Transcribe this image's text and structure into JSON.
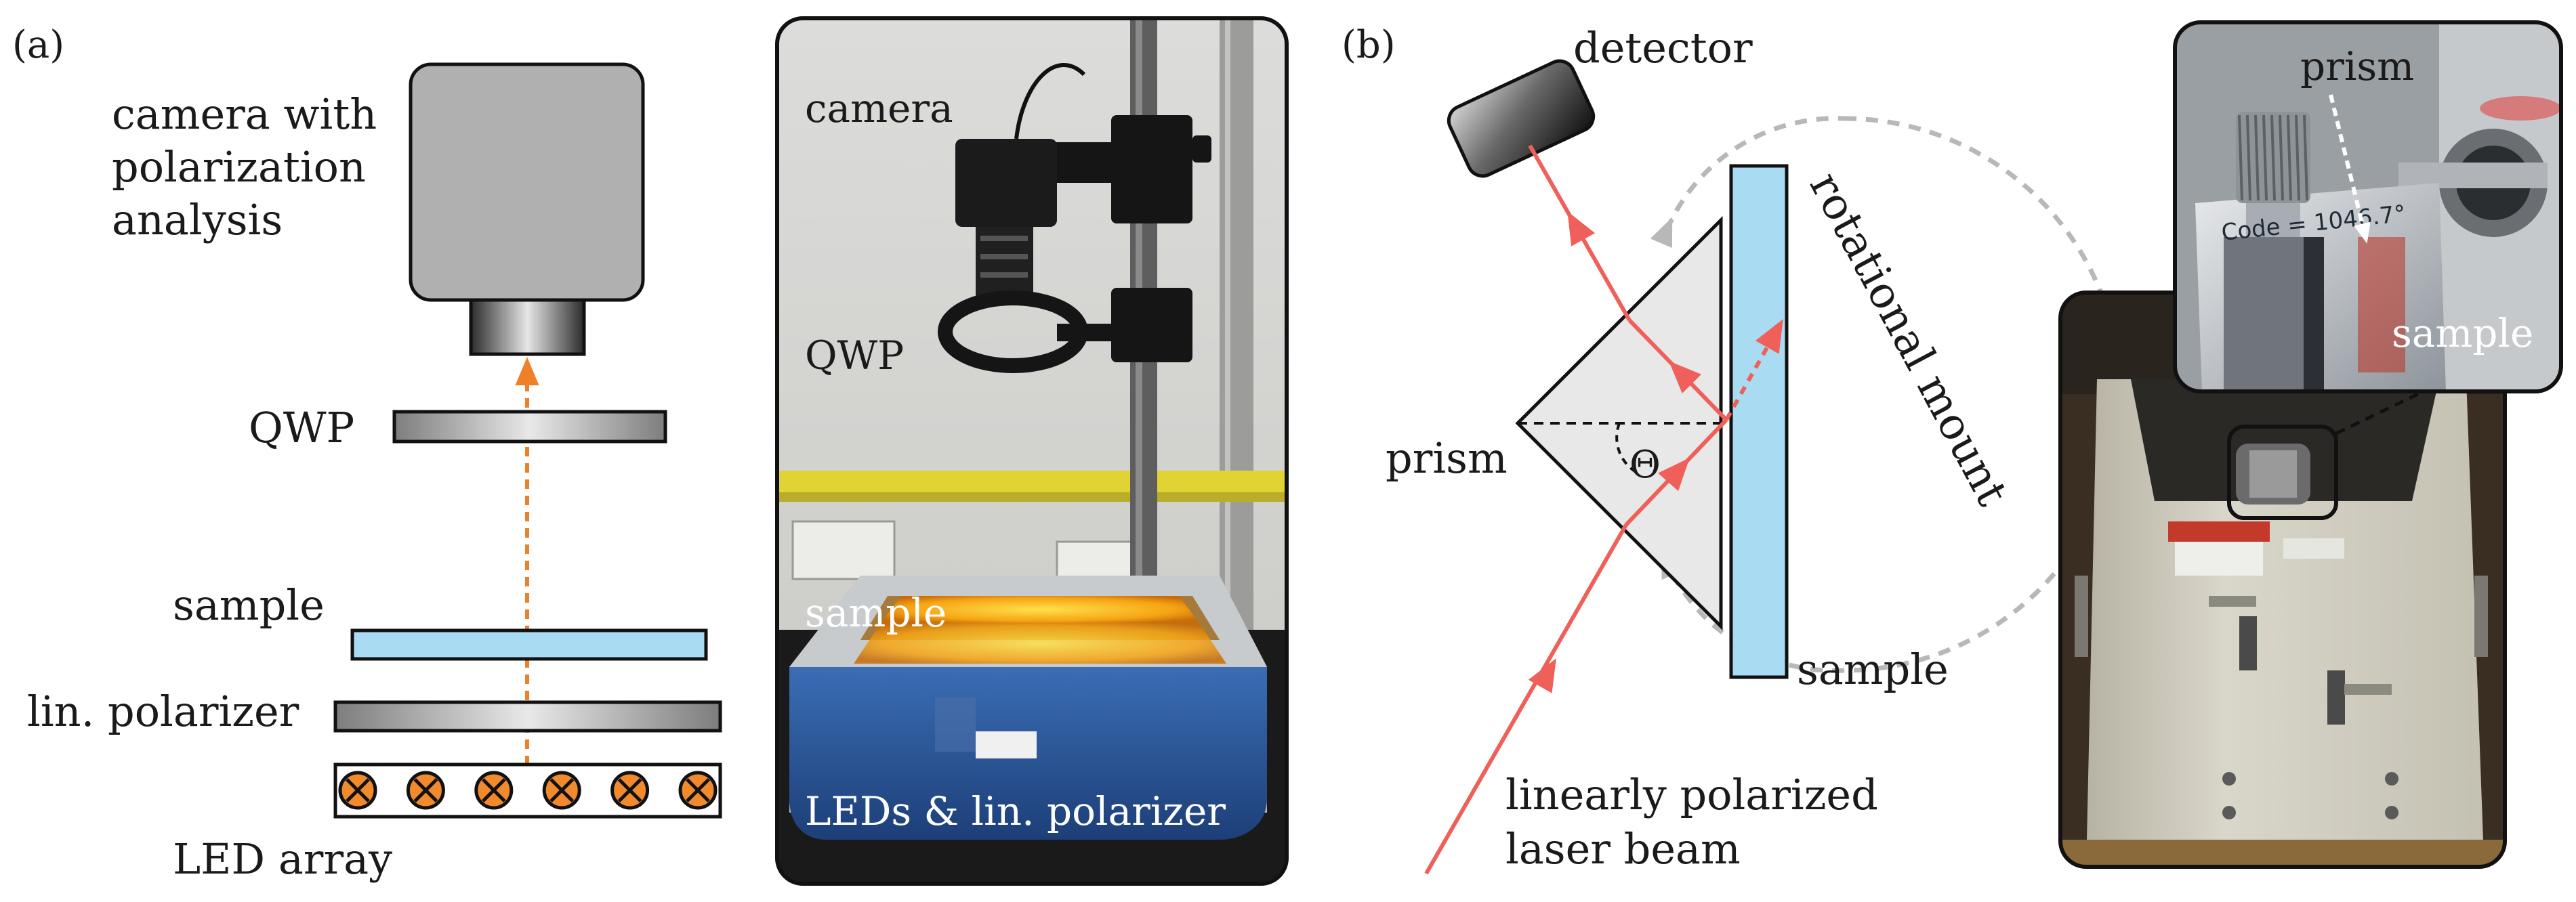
{
  "panel_a": {
    "tag": "(a)",
    "camera_label": [
      "camera with",
      "polarization",
      "analysis"
    ],
    "qwp_label": "QWP",
    "sample_label": "sample",
    "polarizer_label": "lin. polarizer",
    "led_label": "LED array",
    "led_count": 6,
    "photo": {
      "camera_label": "camera",
      "qwp_label": "QWP",
      "sample_label": "sample",
      "base_label": "LEDs & lin. polarizer"
    }
  },
  "panel_b": {
    "tag": "(b)",
    "detector_label": "detector",
    "mount_label": "rotational mount",
    "prism_label": "prism",
    "angle_label": "Θ",
    "sample_label": "sample",
    "beam_label": [
      "linearly polarized",
      "laser beam"
    ],
    "photo": {
      "prism_label": "prism",
      "sample_label": "sample",
      "code_label": "Code = 1046.7°"
    }
  },
  "colors": {
    "beam": "#f0605a",
    "optic_axis": "#f07f2a",
    "sample_blue": "#a9dcf2",
    "led_orange": "#f08a2c",
    "camera_gray": "#b0b0b0",
    "mount_arrow": "#b8b8b8"
  }
}
